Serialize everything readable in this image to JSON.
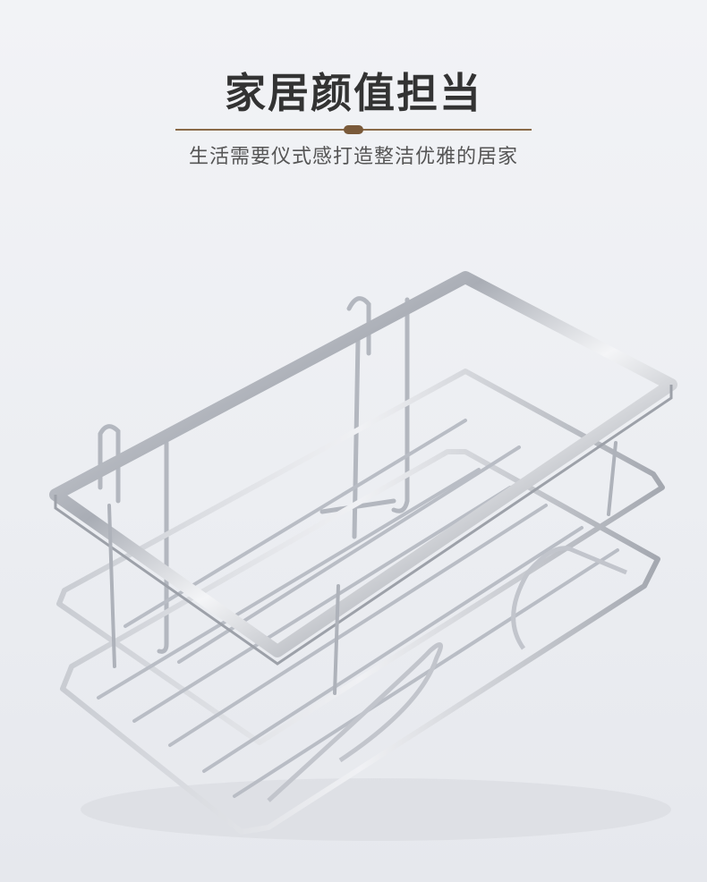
{
  "header": {
    "title": "家居颜值担当",
    "subtitle": "生活需要仪式感打造整洁优雅的居家"
  },
  "product": {
    "icon": "wire-shelf-rack-illustration"
  },
  "colors": {
    "background": "#ecedf1",
    "title": "#333333",
    "subtitle": "#555555",
    "accent": "#8a6a48",
    "metal": "#b8bcc4"
  }
}
